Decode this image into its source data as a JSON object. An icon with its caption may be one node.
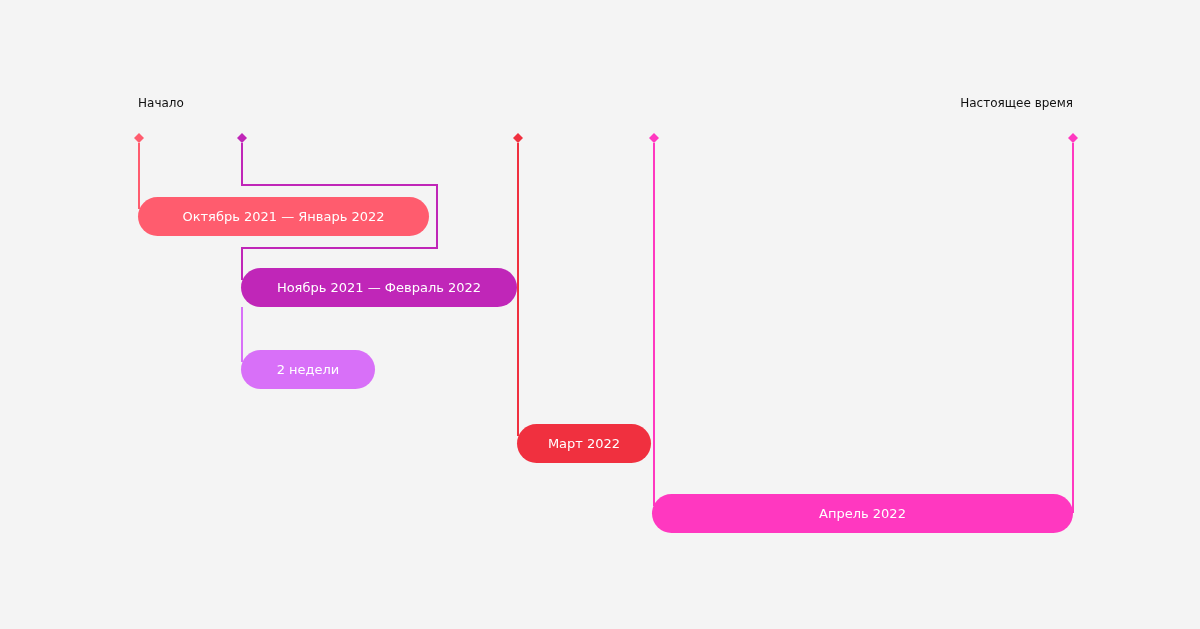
{
  "diagram": {
    "nodes": [
      {
        "text": [],
        "shape": "diamond"
      },
      {
        "text": [],
        "shape": "diamond"
      },
      {
        "text": [],
        "shape": "diamond"
      },
      {
        "text": [],
        "shape": "diamond"
      },
      {
        "text": [],
        "shape": "diamond"
      },
      {
        "text": [
          "Октябрь 2021 — Январь 2022"
        ]
      },
      {
        "text": [
          "Ноябрь 2021 — Февраль 2022"
        ]
      },
      {
        "text": [
          "2 недели"
        ]
      },
      {
        "text": [
          "Март 2022"
        ]
      },
      {
        "text": [
          "Апрель 2022"
        ]
      }
    ],
    "edges": [
      {
        "from": 0,
        "to": 5,
        "arrow": "none",
        "color": "#ff5c6e"
      },
      {
        "from": 1,
        "to": 6,
        "arrow": "none",
        "color": "#c026b8"
      },
      {
        "from": 6,
        "to": 7,
        "arrow": "none",
        "color": "#d870f8"
      },
      {
        "from": 2,
        "to": 8,
        "arrow": "none",
        "color": "#f0303f"
      },
      {
        "from": 3,
        "to": 9,
        "arrow": "none",
        "color": "#ff38c0"
      },
      {
        "from": 4,
        "to": 9,
        "arrow": "none",
        "color": "#ff38c0"
      }
    ],
    "labels": [
      "Начало",
      "Настоящее время"
    ]
  }
}
